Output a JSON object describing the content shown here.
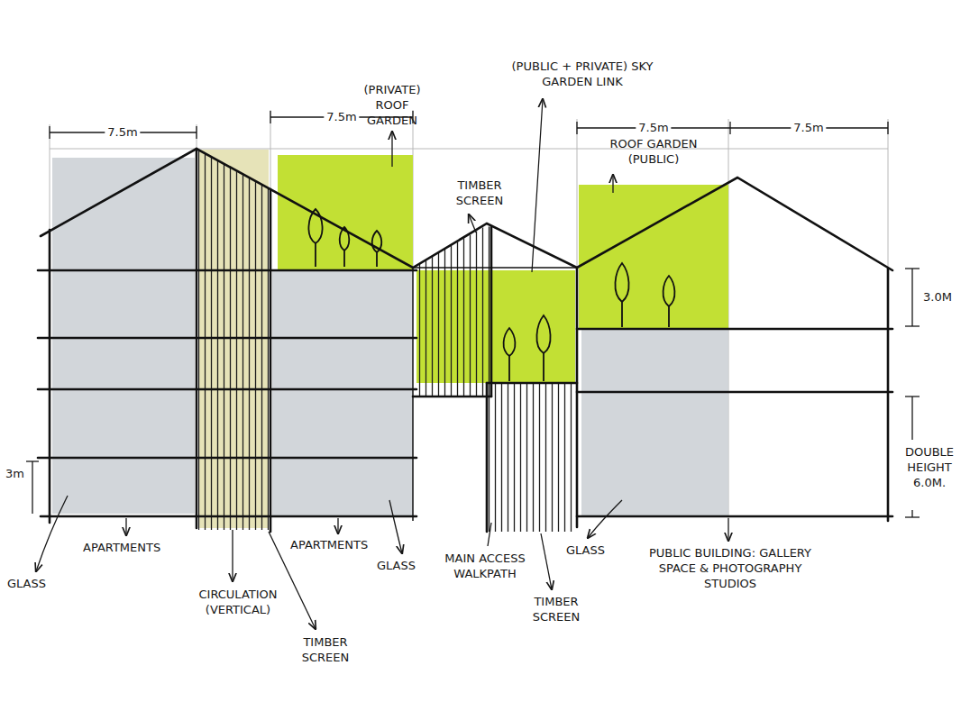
{
  "diagram": {
    "labels": [
      "(PRIVATE) ROOF GARDEN",
      "(PUBLIC + PRIVATE) SKY GARDEN LINK",
      "7.5m",
      "7.5m",
      "7.5m",
      "7.5m",
      "ROOF GARDEN (PUBLIC)",
      "TIMBER SCREEN",
      "3.0M",
      "3m",
      "DOUBLE HEIGHT 6.0M.",
      "GLASS",
      "APARTMENTS",
      "CIRCULATION (VERTICAL)",
      "TIMBER SCREEN",
      "APARTMENTS",
      "GLASS",
      "MAIN ACCESS WALKPATH",
      "TIMBER SCREEN",
      "GLASS",
      "PUBLIC BUILDING: GALLERY SPACE & PHOTOGRAPHY STUDIOS"
    ]
  }
}
